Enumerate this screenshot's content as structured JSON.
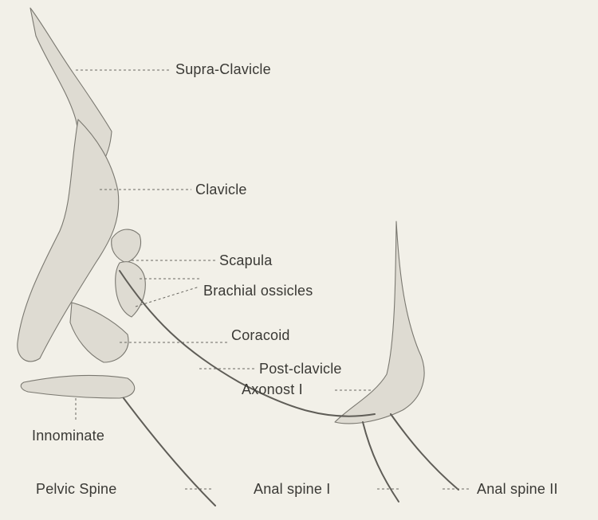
{
  "labels": {
    "supra_clavicle": "Supra-Clavicle",
    "clavicle": "Clavicle",
    "scapula": "Scapula",
    "brachial_ossicles": "Brachial ossicles",
    "coracoid": "Coracoid",
    "post_clavicle": "Post-clavicle",
    "axonost": "Axonost I",
    "innominate": "Innominate",
    "pelvic_spine": "Pelvic Spine",
    "anal_spine_1": "Anal spine I",
    "anal_spine_2": "Anal spine II"
  },
  "colors": {
    "background": "#f2f0e8",
    "ink": "#3a3935",
    "bone_fill": "#dedbd2"
  }
}
